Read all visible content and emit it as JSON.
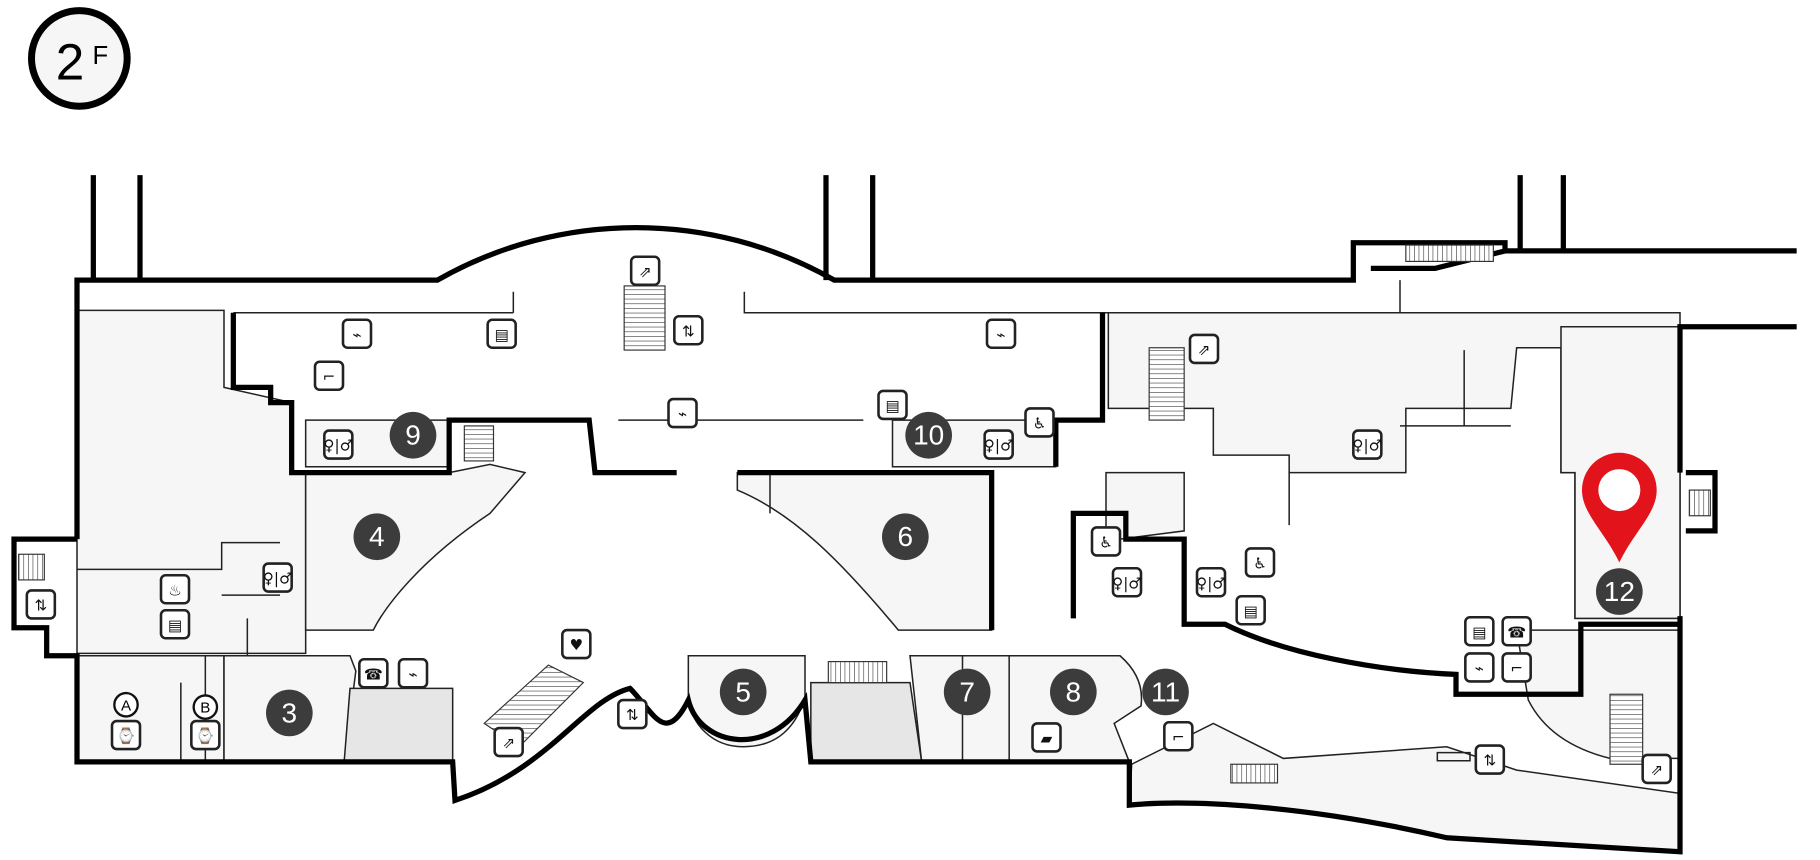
{
  "floor": {
    "number": "2",
    "suffix": "F"
  },
  "shops": [
    {
      "number": "3"
    },
    {
      "number": "4"
    },
    {
      "number": "5"
    },
    {
      "number": "6"
    },
    {
      "number": "7"
    },
    {
      "number": "8"
    },
    {
      "number": "9"
    },
    {
      "number": "10"
    },
    {
      "number": "11"
    },
    {
      "number": "12"
    }
  ],
  "lounges": [
    {
      "label": "A"
    },
    {
      "label": "B"
    }
  ],
  "current_location": {
    "shop": "12",
    "marker_color": "#e3131b"
  },
  "icon_types": [
    "restroom-icon",
    "accessible-restroom-icon",
    "escalator-icon",
    "elevator-icon",
    "power-outlet-icon",
    "vending-machine-icon",
    "drinking-fountain-icon",
    "phone-icon",
    "aed-icon",
    "nursing-room-icon",
    "lounge-icon",
    "card-icon"
  ],
  "colors": {
    "wall": "#000000",
    "shop_fill": "#f6f6f6",
    "number_badge": "#3c3c3c",
    "marker": "#e3131b"
  }
}
